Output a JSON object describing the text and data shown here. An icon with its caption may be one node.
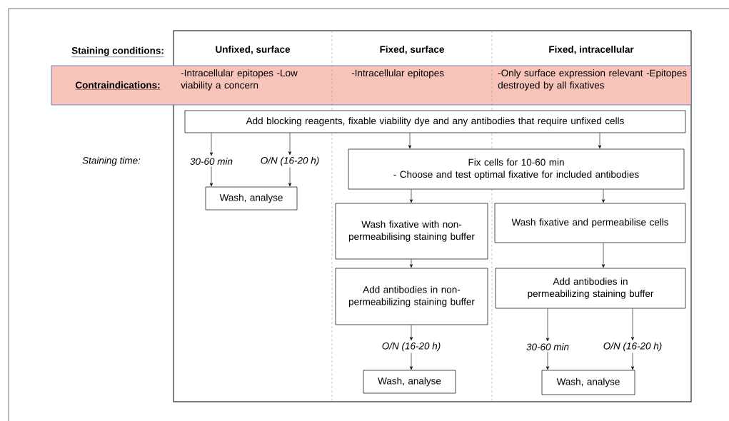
{
  "diagram": {
    "nodes": [
      {
        "text": [
          "Contraindications:",
          "-Intracellular epitopes -Low viability a concern",
          "-Intracellular epitopes",
          "-Only surface expression relevant -Epitopes destroyed by all fixatives"
        ]
      },
      {
        "text": [
          "Add blocking reagents, fixable viability dye and any antibodies that require unfixed cells"
        ]
      },
      {
        "text": [
          "30-60 min"
        ]
      },
      {
        "text": [
          "O/N (16-20 h)"
        ]
      },
      {
        "text": [
          "Wash, analyse"
        ]
      },
      {
        "text": [
          "Fix cells for 10-60 min",
          "- Choose and test optimal fixative for included antibodies"
        ]
      },
      {
        "text": [
          "Wash fixative with non-permeabilising staining buffer"
        ]
      },
      {
        "text": [
          "Wash fixative and permeabilise cells"
        ]
      },
      {
        "text": [
          "Add antibodies in non-permeabilizing staining buffer"
        ]
      },
      {
        "text": [
          "Add antibodies in permeabilizing staining buffer"
        ]
      },
      {
        "text": [
          "O/N (16-20 h)"
        ]
      },
      {
        "text": [
          "30-60 min"
        ]
      },
      {
        "text": [
          "O/N (16-20 h)"
        ]
      },
      {
        "text": [
          "Wash, analyse"
        ]
      },
      {
        "text": [
          "Wash, analyse"
        ]
      }
    ],
    "edges": [
      {
        "from": 1,
        "to": 2,
        "arrow": "to"
      },
      {
        "from": 1,
        "to": 3,
        "arrow": "to"
      },
      {
        "from": 1,
        "to": 5,
        "arrow": "to"
      },
      {
        "from": 1,
        "to": 5,
        "arrow": "to"
      },
      {
        "from": 2,
        "to": 4,
        "arrow": "to"
      },
      {
        "from": 3,
        "to": 4,
        "arrow": "to"
      },
      {
        "from": 5,
        "to": 6,
        "arrow": "to"
      },
      {
        "from": 5,
        "to": 7,
        "arrow": "to"
      },
      {
        "from": 6,
        "to": 8,
        "arrow": "to"
      },
      {
        "from": 7,
        "to": 9,
        "arrow": "to"
      },
      {
        "from": 8,
        "to": 10,
        "arrow": "to"
      },
      {
        "from": 9,
        "to": 11,
        "arrow": "to"
      },
      {
        "from": 9,
        "to": 12,
        "arrow": "to"
      },
      {
        "from": 10,
        "to": 13,
        "arrow": "to"
      },
      {
        "from": 11,
        "to": 14,
        "arrow": "to"
      },
      {
        "from": 12,
        "to": 14,
        "arrow": "to"
      }
    ],
    "labels": [
      "Staining conditions:",
      "Unfixed, surface",
      "Fixed, surface",
      "Fixed, intracellular",
      "Staining time:"
    ]
  }
}
